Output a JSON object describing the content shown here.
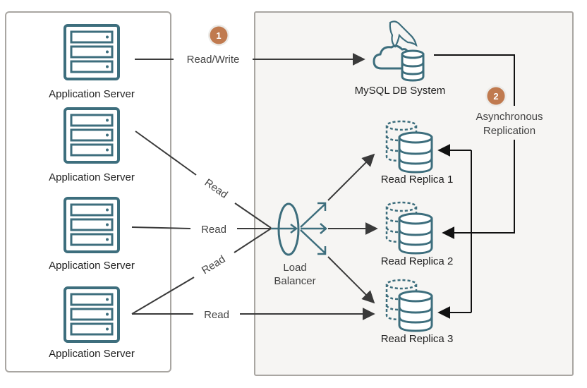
{
  "colors": {
    "icon": "#3d6e7d",
    "line": "#3a3a3a",
    "badge": "#c07a4f",
    "panel_left_bg": "#ffffff",
    "panel_right_bg": "#f6f5f3",
    "panel_border": "#a9a6a2"
  },
  "app_servers": [
    {
      "label": "Application Server",
      "icon": "server-icon"
    },
    {
      "label": "Application Server",
      "icon": "server-icon"
    },
    {
      "label": "Application Server",
      "icon": "server-icon"
    },
    {
      "label": "Application Server",
      "icon": "server-icon"
    }
  ],
  "mysql": {
    "label": "MySQL DB System",
    "icon": "mysql-cloud-database-icon"
  },
  "load_balancer": {
    "label_line1": "Load",
    "label_line2": "Balancer",
    "icon": "load-balancer-icon"
  },
  "replicas": [
    {
      "label": "Read Replica 1",
      "icon": "replica-database-icon"
    },
    {
      "label": "Read Replica 2",
      "icon": "replica-database-icon"
    },
    {
      "label": "Read Replica 3",
      "icon": "replica-database-icon"
    }
  ],
  "connections": {
    "read_write": "Read/Write",
    "read_1": "Read",
    "read_2": "Read",
    "read_3": "Read",
    "read_4": "Read"
  },
  "badges": [
    {
      "number": "1"
    },
    {
      "number": "2"
    }
  ],
  "replication": {
    "line1": "Asynchronous",
    "line2": "Replication"
  }
}
